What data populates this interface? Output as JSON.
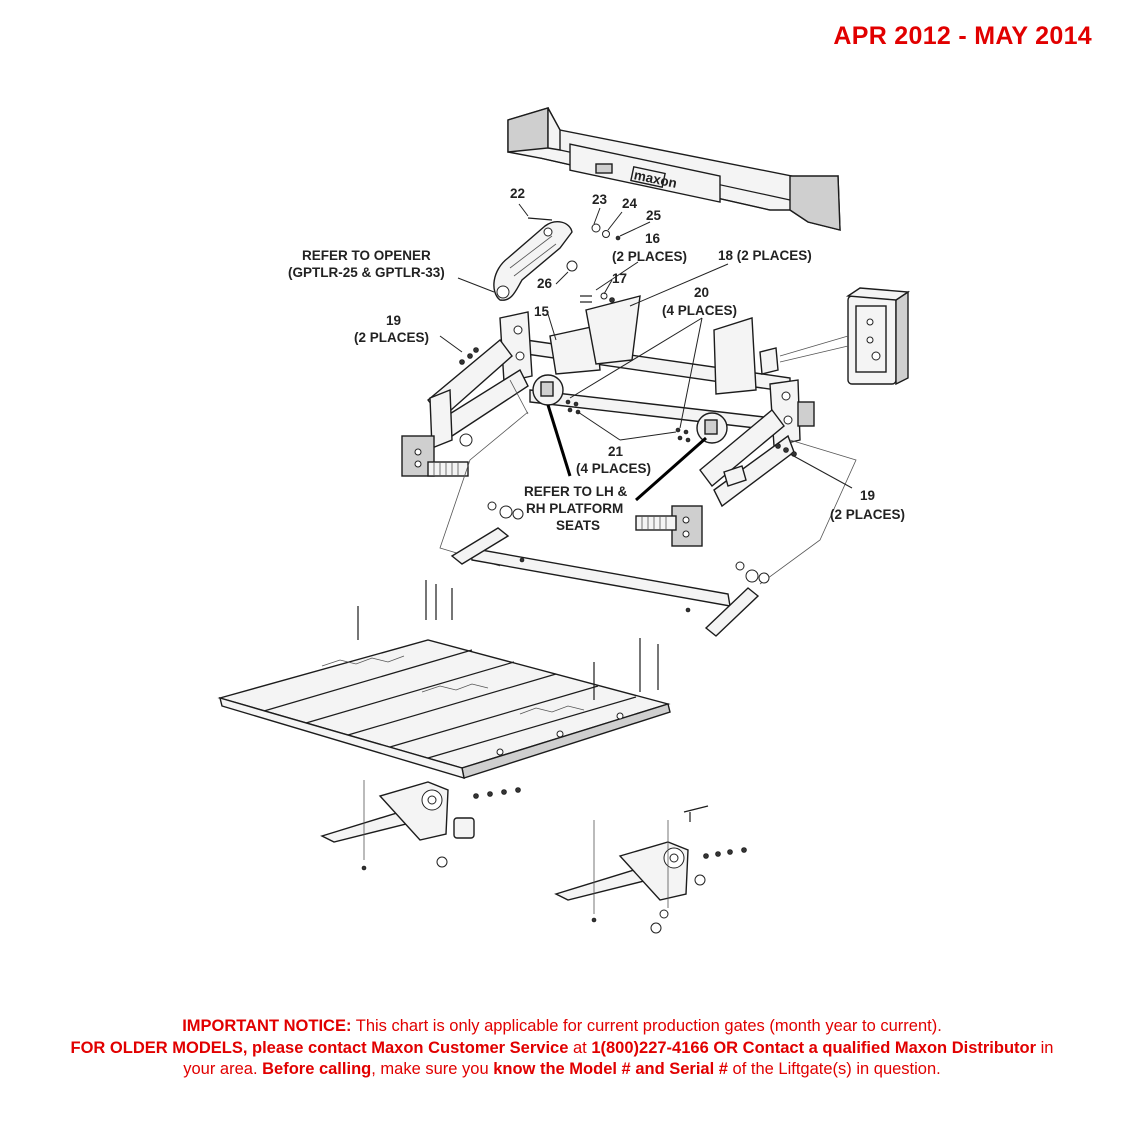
{
  "header": {
    "date_range": "APR 2012 - MAY 2014",
    "accent_color": "#e10000"
  },
  "callouts": {
    "c22": "22",
    "c23": "23",
    "c24": "24",
    "c25": "25",
    "c16": "16",
    "c16_places": "(2 PLACES)",
    "c18": "18 (2 PLACES)",
    "c17": "17",
    "c26": "26",
    "c15": "15",
    "c20": "20",
    "c20_places": "(4 PLACES)",
    "c21": "21",
    "c21_places": "(4 PLACES)",
    "c19_left": "19",
    "c19_left_places": "(2 PLACES)",
    "c19_right": "19",
    "c19_right_places": "(2 PLACES)",
    "opener_line1": "REFER TO OPENER",
    "opener_line2": "(GPTLR-25 & GPTLR-33)",
    "seats_line1": "REFER TO LH &",
    "seats_line2": "RH PLATFORM",
    "seats_line3": "SEATS"
  },
  "notice": {
    "important_label": "IMPORTANT NOTICE:",
    "important_text": " This chart is only applicable for current production gates (month year to current).",
    "older_label": "FOR OLDER MODELS, please contact Maxon Customer Service",
    "older_at": " at ",
    "phone_label": "1(800)227-4166 OR Contact a qualified Maxon Distributor",
    "area_text": " in your area. ",
    "before_label": "Before calling",
    "make_sure_text": ", make sure you ",
    "know_label": "know the Model # and Serial #",
    "end_text": " of the Liftgate(s) in question."
  },
  "branding": {
    "plate_text": "maxon"
  }
}
